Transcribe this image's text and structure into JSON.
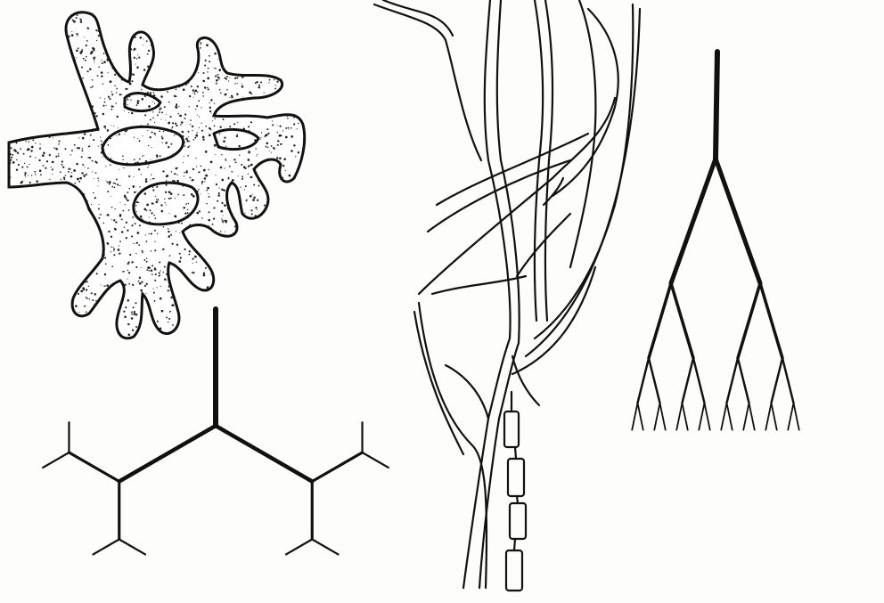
{
  "figure": {
    "panels": [
      {
        "id": "coralline-thallus",
        "kind": "stippled-branching-thallus"
      },
      {
        "id": "filament-strands",
        "kind": "intertwined-filaments"
      },
      {
        "id": "dichotomous-tree",
        "kind": "dichotomous-branching-diagram"
      },
      {
        "id": "trichotomous-tree",
        "kind": "three-way-branching-diagram"
      }
    ],
    "colors": {
      "ink": "#111111",
      "paper": "#fdfdfb",
      "stipple": "#222222"
    }
  }
}
